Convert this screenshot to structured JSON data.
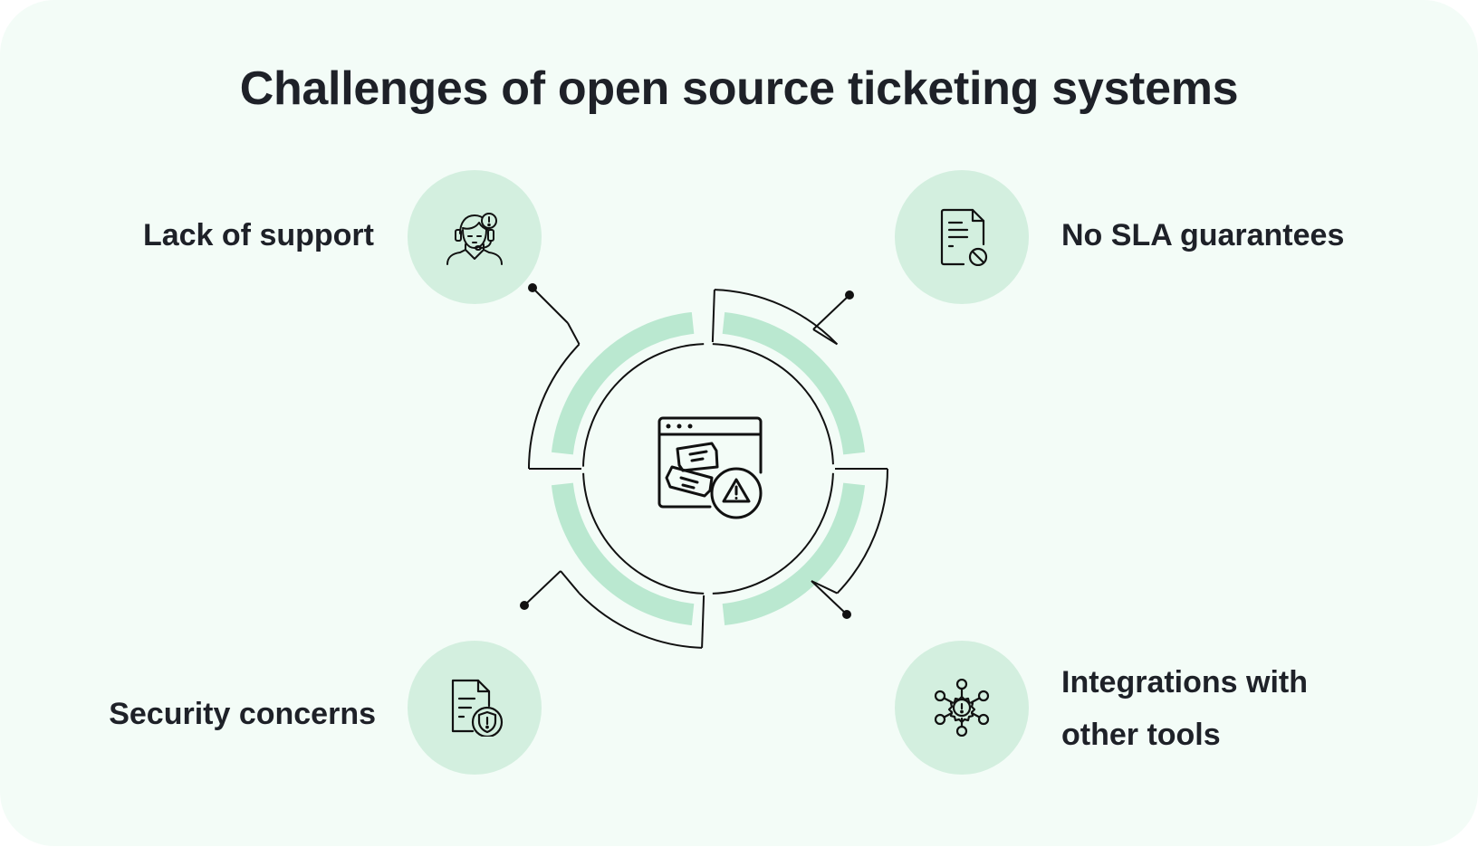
{
  "title": "Challenges of open source ticketing systems",
  "colors": {
    "background": "#f3fcf7",
    "bubble": "#d3efdf",
    "ring_band": "#bae8d0",
    "text": "#1e2128",
    "stroke": "#111111"
  },
  "center": {
    "icon": "browser-tickets-warning-icon"
  },
  "challenges": [
    {
      "label": "Lack of support",
      "icon": "support-agent-alert-icon",
      "position": "top-left"
    },
    {
      "label": "No SLA guarantees",
      "icon": "document-blocked-icon",
      "position": "top-right"
    },
    {
      "label": "Security concerns",
      "icon": "document-shield-icon",
      "position": "bottom-left"
    },
    {
      "label_line1": "Integrations with",
      "label_line2": "other tools",
      "icon": "network-gear-alert-icon",
      "position": "bottom-right"
    }
  ]
}
